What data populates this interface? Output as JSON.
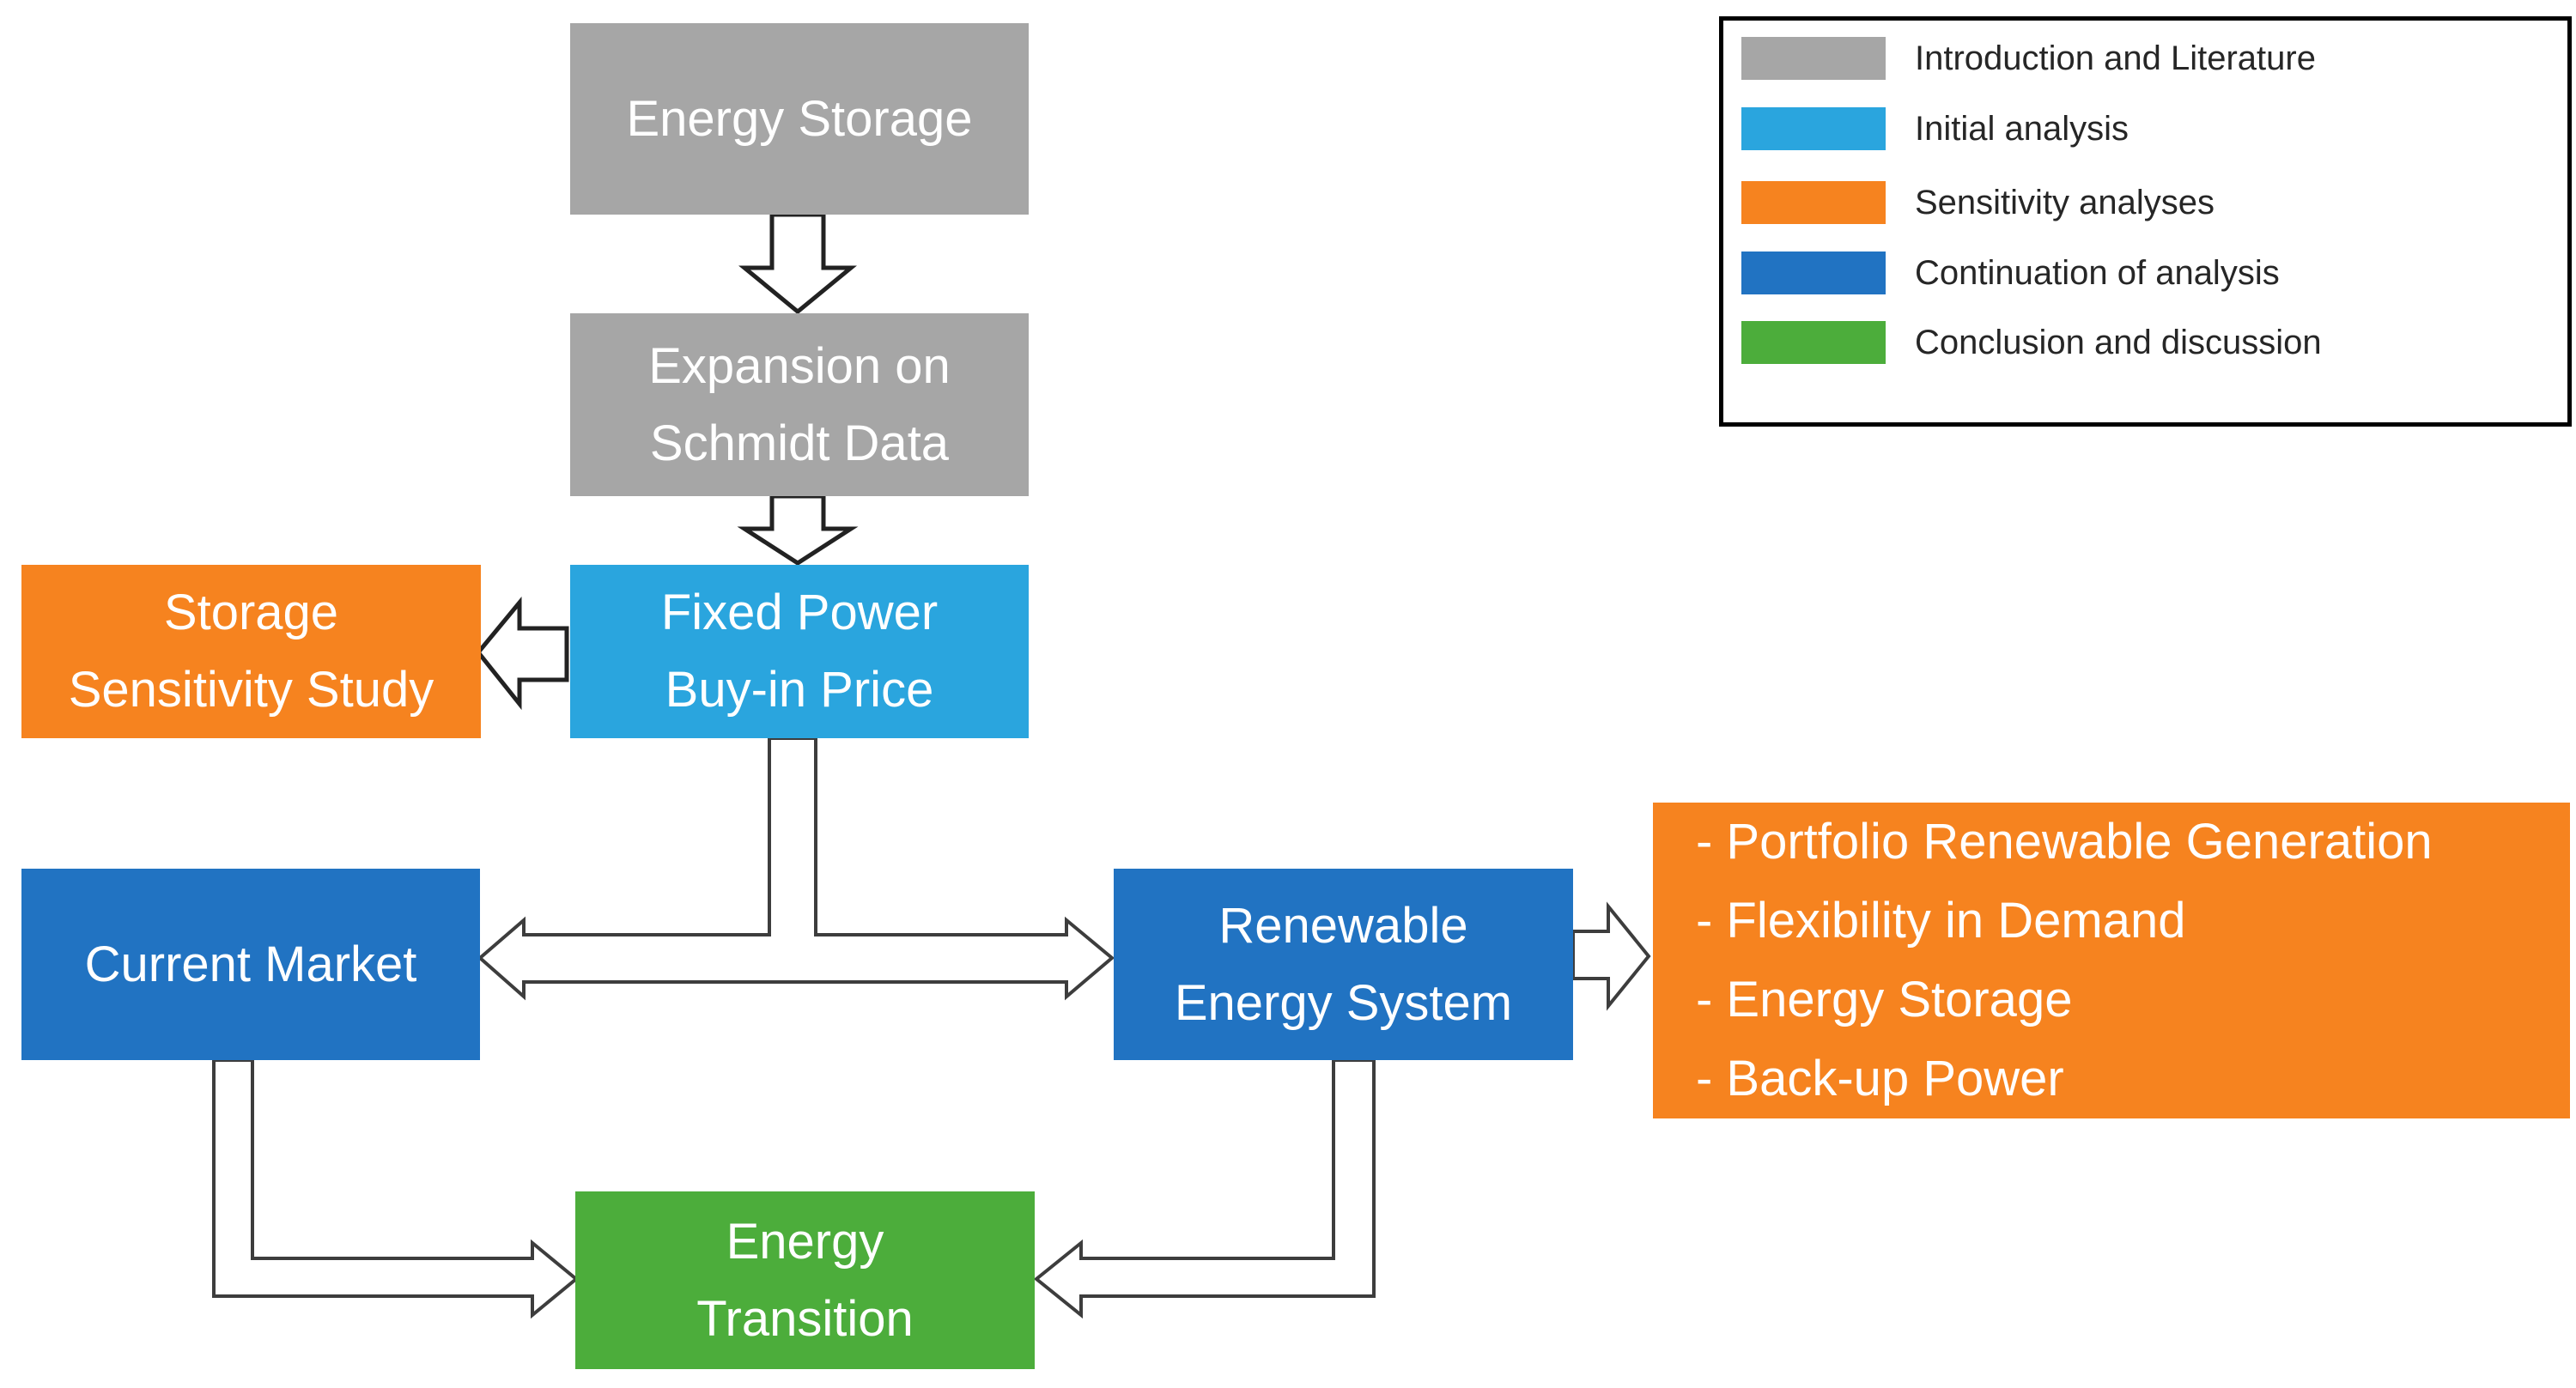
{
  "palette": {
    "gray": "#A6A6A6",
    "light_blue": "#2AA5DE",
    "orange": "#F6831F",
    "dark_blue": "#2173C2",
    "green": "#4CAD3B",
    "arrow_outline": "#3D3D3D",
    "legend_border": "#000000",
    "legend_text": "#262626"
  },
  "boxes": {
    "energy_storage": {
      "lines": [
        "Energy Storage"
      ]
    },
    "expansion_schmidt": {
      "lines": [
        "Expansion on",
        "Schmidt Data"
      ]
    },
    "fixed_power": {
      "lines": [
        "Fixed Power",
        "Buy-in Price"
      ]
    },
    "storage_sensitivity": {
      "lines": [
        "Storage",
        "Sensitivity Study"
      ]
    },
    "current_market": {
      "lines": [
        "Current Market"
      ]
    },
    "renewable_energy": {
      "lines": [
        "Renewable",
        "Energy System"
      ]
    },
    "energy_transition": {
      "lines": [
        "Energy",
        "Transition"
      ]
    },
    "sensitivity_factors": {
      "items": [
        "- Portfolio Renewable Generation",
        "- Flexibility in Demand",
        "- Energy Storage",
        "- Back-up Power"
      ]
    }
  },
  "legend": {
    "items": [
      {
        "label": "Introduction and Literature",
        "color": "#A6A6A6"
      },
      {
        "label": "Initial analysis",
        "color": "#2AA5DE"
      },
      {
        "label": "Sensitivity analyses",
        "color": "#F6831F"
      },
      {
        "label": "Continuation of analysis",
        "color": "#2173C2"
      },
      {
        "label": "Conclusion and discussion",
        "color": "#4CAD3B"
      }
    ]
  }
}
